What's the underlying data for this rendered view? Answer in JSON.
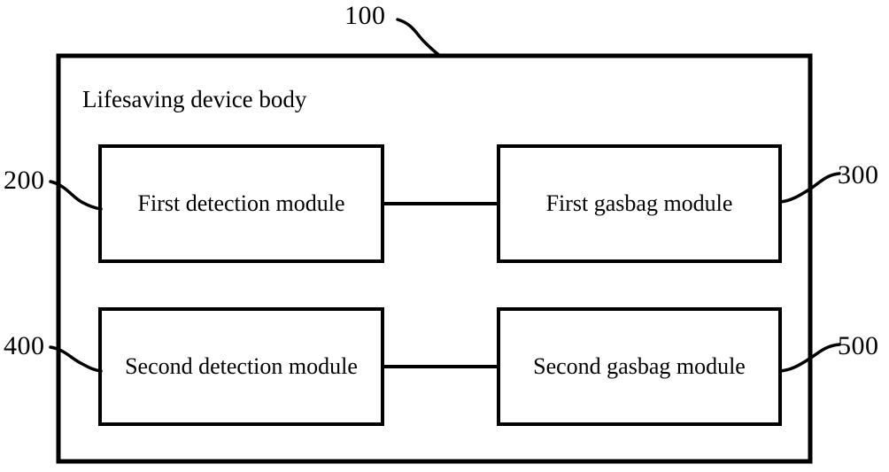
{
  "figure": {
    "type": "patent-block-diagram",
    "background_color": "#ffffff",
    "stroke_color": "#000000",
    "outer_container": {
      "label": "Lifesaving device body",
      "reference_numeral": "100"
    },
    "modules": [
      {
        "id": "first-detection-module",
        "label": "First detection module",
        "reference_numeral": "200",
        "row": 1,
        "column": "left"
      },
      {
        "id": "first-gasbag-module",
        "label": "First gasbag module",
        "reference_numeral": "300",
        "row": 1,
        "column": "right"
      },
      {
        "id": "second-detection-module",
        "label": "Second detection module",
        "reference_numeral": "400",
        "row": 2,
        "column": "left"
      },
      {
        "id": "second-gasbag-module",
        "label": "Second gasbag module",
        "reference_numeral": "500",
        "row": 2,
        "column": "right"
      }
    ],
    "connections": [
      {
        "from": "first-detection-module",
        "to": "first-gasbag-module"
      },
      {
        "from": "second-detection-module",
        "to": "second-gasbag-module"
      }
    ]
  }
}
